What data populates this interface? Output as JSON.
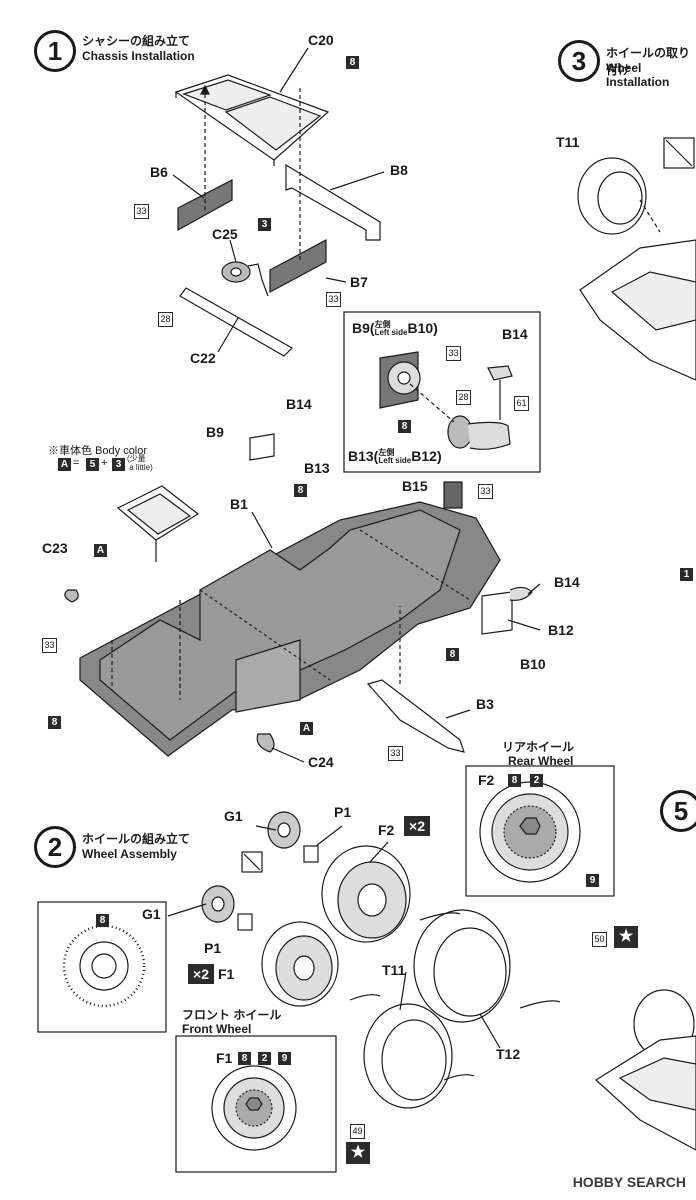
{
  "step1": {
    "num": "1",
    "jp": "シャシーの組み立て",
    "en": "Chassis Installation"
  },
  "step2": {
    "num": "2",
    "jp": "ホイールの組み立て",
    "en": "Wheel Assembly"
  },
  "step3": {
    "num": "3",
    "jp": "ホイールの取り付け",
    "en": "Wheel Installation"
  },
  "step5": {
    "num": "5"
  },
  "body_color": {
    "jp": "※車体色",
    "en": "Body color",
    "formula_a": "A",
    "formula_b": "5",
    "formula_c": "3",
    "small_jp": "少量",
    "small_en": "a little"
  },
  "parts": {
    "C20": "C20",
    "B6": "B6",
    "B8": "B8",
    "C25": "C25",
    "B7": "B7",
    "C22": "C22",
    "B9_B10": "B9(",
    "left_side": "左側",
    "left_side_en": "Left side",
    "B10": "B10)",
    "B14": "B14",
    "B13_B12": "B13(",
    "B12b": "B12)",
    "B9": "B9",
    "B13": "B13",
    "B1": "B1",
    "B15": "B15",
    "C23": "C23",
    "B12": "B12",
    "B10b": "B10",
    "B3": "B3",
    "C24": "C24",
    "G1": "G1",
    "P1": "P1",
    "F2": "F2",
    "F1": "F1",
    "T11": "T11",
    "T12": "T12",
    "F1b": "F1",
    "F2b": "F2",
    "G1b": "G1",
    "P1b": "P1",
    "T11b": "T11"
  },
  "paint": {
    "p8": "8",
    "p3": "3",
    "p33": "33",
    "p28": "28",
    "p61": "61",
    "pA": "A",
    "p2": "2",
    "p9": "9",
    "p50": "50",
    "p49": "49",
    "p1": "1"
  },
  "rear_wheel": {
    "jp": "リアホイール",
    "en": "Rear Wheel"
  },
  "front_wheel": {
    "jp": "フロント ホイール",
    "en": "Front Wheel"
  },
  "x2": "×2",
  "watermark": "HOBBY SEARCH"
}
